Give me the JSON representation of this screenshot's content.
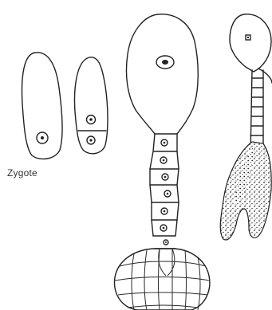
{
  "labels": {
    "zygote": "Zygote"
  },
  "stages": [
    {
      "name": "zygote"
    },
    {
      "name": "two-celled-proembryo"
    },
    {
      "name": "globular-embryo-with-suspensor"
    },
    {
      "name": "advanced-embryo-with-suspensor"
    }
  ]
}
